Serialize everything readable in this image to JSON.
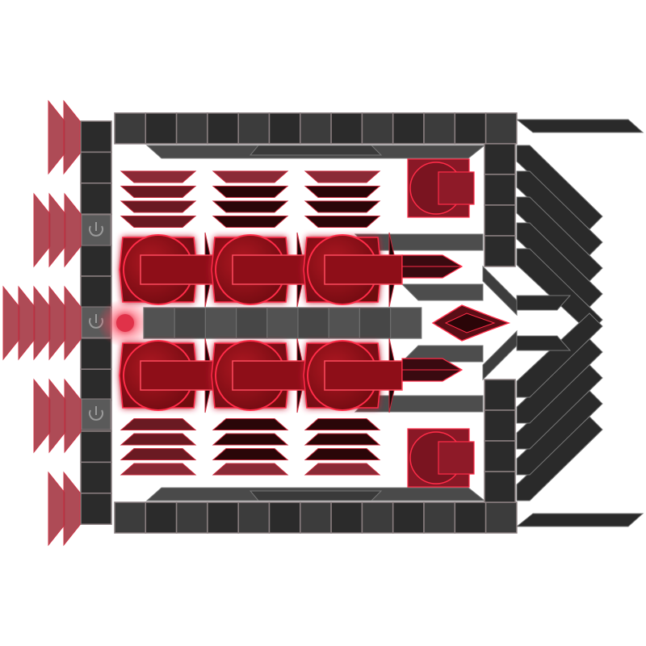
{
  "colors": {
    "hull_block": "#2b2b2b",
    "hull_block_light": "#3c3c3c",
    "hull_edge": "#8a7f80",
    "conduit": "#4d4d4d",
    "conduit_light": "#5a5a5a",
    "reactor": "#8b0f16",
    "reactor_glow": "#e23a4a",
    "reactor_edge": "#ff2c48",
    "turret": "#7a1622",
    "fin_red": "#a83c48",
    "fin_dark": "#3a0a10",
    "fin_mid": "#5a1218",
    "background": "#ffffff"
  },
  "hull": {
    "top_strip_cells": 13,
    "bottom_strip_cells": 13,
    "left_column_cells": 13,
    "spine_cells": 9
  },
  "reactors": {
    "upper_row": 3,
    "lower_row": 3
  },
  "fin_stacks": {
    "left_thruster_groups": 5,
    "armor_columns": 3,
    "armor_layers_per_stack": 4
  },
  "turrets": {
    "count": 2
  },
  "rear_vanes": {
    "upper": 6,
    "lower": 6
  },
  "icons": {
    "power": "power-icon"
  }
}
